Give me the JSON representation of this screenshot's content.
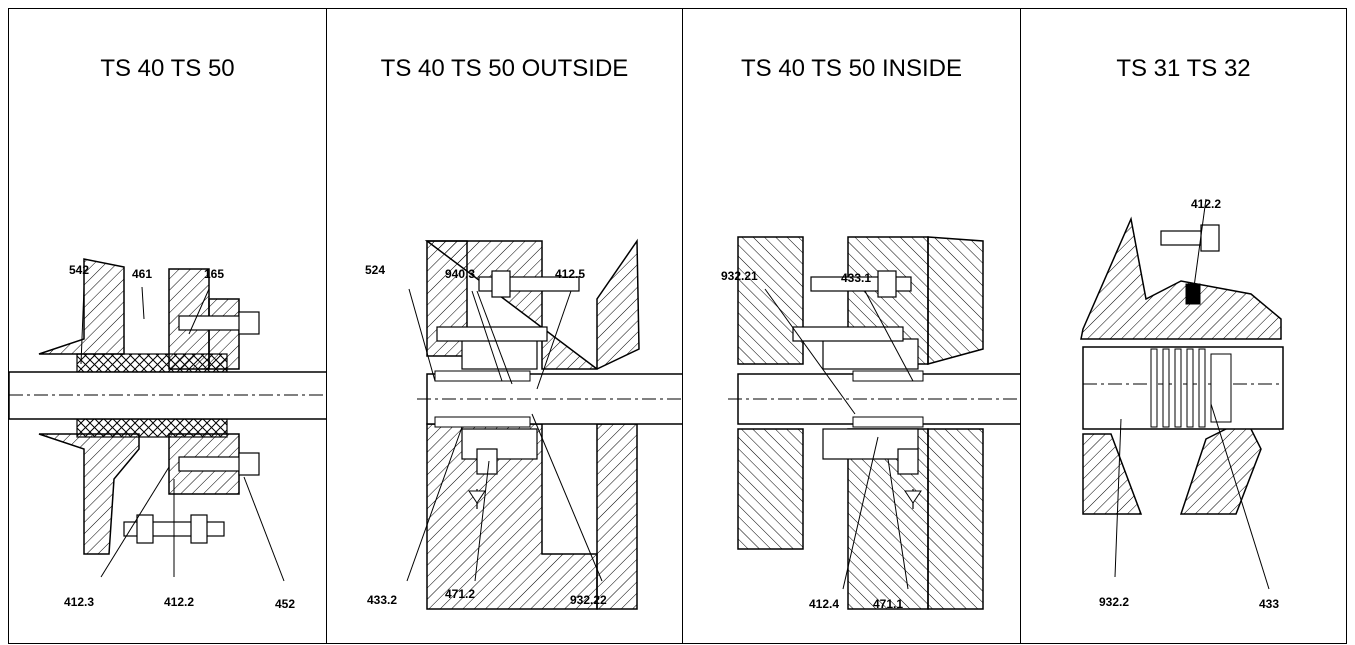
{
  "panels": [
    {
      "id": "p1",
      "title": "TS 40 TS 50",
      "labels": {
        "l542": "542",
        "l461": "461",
        "l165": "165",
        "l412_3": "412.3",
        "l412_2": "412.2",
        "l452": "452"
      }
    },
    {
      "id": "p2",
      "title": "TS 40 TS 50 OUTSIDE",
      "labels": {
        "l524": "524",
        "l940_3": "940.3",
        "l412_5": "412.5",
        "l433_2": "433.2",
        "l471_2": "471.2",
        "l932_22": "932.22"
      }
    },
    {
      "id": "p3",
      "title": "TS 40 TS 50 INSIDE",
      "labels": {
        "l932_21": "932.21",
        "l433_1": "433.1",
        "l412_4": "412.4",
        "l471_1": "471.1"
      }
    },
    {
      "id": "p4",
      "title": "TS 31 TS 32",
      "labels": {
        "l412_2": "412.2",
        "l932_2": "932.2",
        "l433": "433"
      }
    }
  ]
}
